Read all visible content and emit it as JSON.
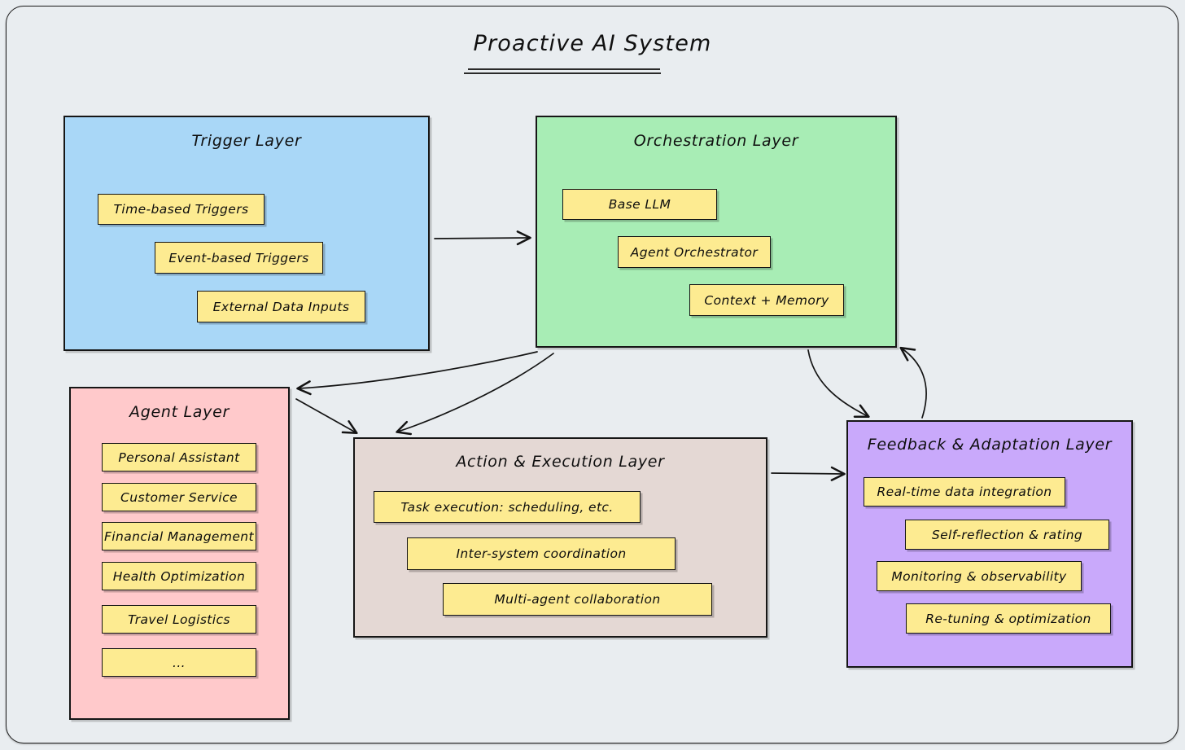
{
  "diagram": {
    "title": "Proactive AI System",
    "background_color": "#e9edf0",
    "chip_color": "#fdeb91",
    "stroke_color": "#161616"
  },
  "layers": [
    {
      "id": "trigger",
      "title": "Trigger Layer",
      "color": "#a9d7f7",
      "items": [
        {
          "label": "Time-based Triggers"
        },
        {
          "label": "Event-based Triggers"
        },
        {
          "label": "External Data Inputs"
        }
      ]
    },
    {
      "id": "orchestration",
      "title": "Orchestration Layer",
      "color": "#a8edb5",
      "items": [
        {
          "label": "Base LLM"
        },
        {
          "label": "Agent Orchestrator"
        },
        {
          "label": "Context + Memory"
        }
      ]
    },
    {
      "id": "agent",
      "title": "Agent Layer",
      "color": "#ffc9cb",
      "items": [
        {
          "label": "Personal Assistant"
        },
        {
          "label": "Customer Service"
        },
        {
          "label": "Financial Management"
        },
        {
          "label": "Health Optimization"
        },
        {
          "label": "Travel Logistics"
        },
        {
          "label": "..."
        }
      ]
    },
    {
      "id": "action",
      "title": "Action & Execution Layer",
      "color": "#e4d8d4",
      "items": [
        {
          "label": "Task execution: scheduling, etc."
        },
        {
          "label": "Inter-system coordination"
        },
        {
          "label": "Multi-agent collaboration"
        }
      ]
    },
    {
      "id": "feedback",
      "title": "Feedback & Adaptation Layer",
      "color": "#c9a9fb",
      "items": [
        {
          "label": "Real-time data integration"
        },
        {
          "label": "Self-reflection & rating"
        },
        {
          "label": "Monitoring & observability"
        },
        {
          "label": "Re-tuning & optimization"
        }
      ]
    }
  ],
  "connectors": [
    {
      "from": "trigger",
      "to": "orchestration",
      "style": "straight-arrow"
    },
    {
      "from": "orchestration",
      "to": "agent",
      "style": "curved-arrow"
    },
    {
      "from": "orchestration",
      "to": "action",
      "style": "curved-arrow"
    },
    {
      "from": "agent",
      "to": "action",
      "style": "straight-arrow"
    },
    {
      "from": "orchestration",
      "to": "feedback",
      "style": "curved-arrow"
    },
    {
      "from": "feedback",
      "to": "orchestration",
      "style": "curved-arrow"
    },
    {
      "from": "action",
      "to": "feedback",
      "style": "straight-arrow"
    }
  ]
}
